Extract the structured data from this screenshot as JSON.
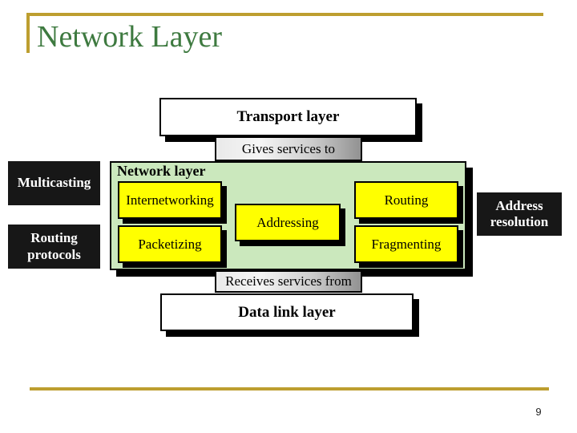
{
  "slide": {
    "title": "Network Layer",
    "page_number": "9"
  },
  "diagram": {
    "transport_layer_label": "Transport layer",
    "gives_label": "Gives services to",
    "network_layer_label": "Network layer",
    "modules": {
      "internetworking": "Internetworking",
      "packetizing": "Packetizing",
      "addressing": "Addressing",
      "routing": "Routing",
      "fragmenting": "Fragmenting"
    },
    "side_boxes": {
      "multicasting": "Multicasting",
      "routing_protocols": "Routing protocols",
      "address_resolution": "Address resolution"
    },
    "receives_label": "Receives services from",
    "data_link_layer_label": "Data link layer"
  },
  "colors": {
    "accent_gold": "#BD9E2F",
    "title_green": "#3E7A40",
    "network_fill": "#CBE8BD",
    "module_yellow": "#FFFF00",
    "side_box_black": "#171717"
  }
}
